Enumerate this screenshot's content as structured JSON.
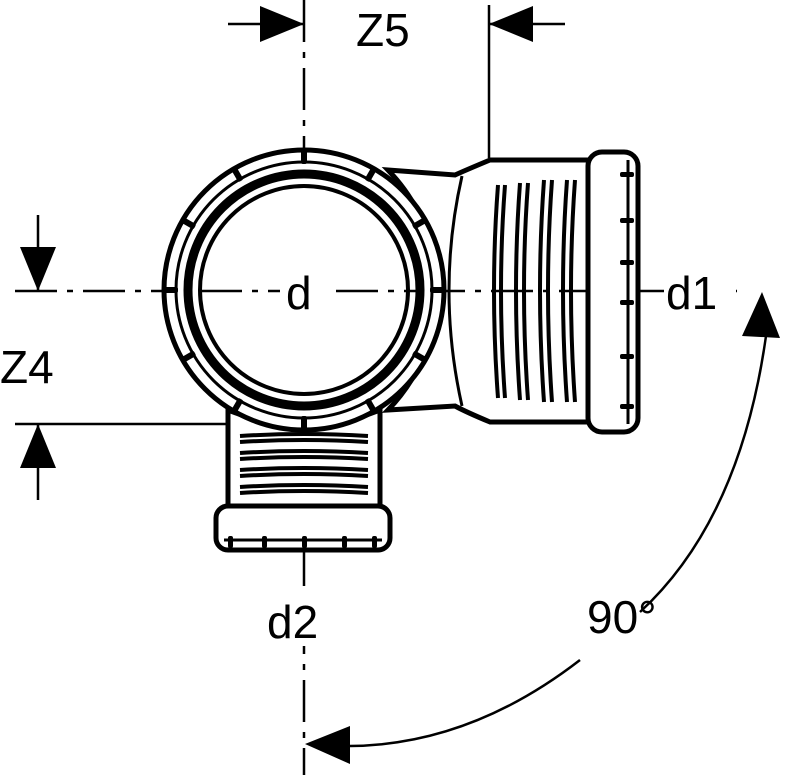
{
  "labels": {
    "z5": "Z5",
    "z4": "Z4",
    "d": "d",
    "d1": "d1",
    "d2": "d2",
    "angle": "90°"
  },
  "colors": {
    "line": "#000000",
    "background": "#ffffff"
  }
}
